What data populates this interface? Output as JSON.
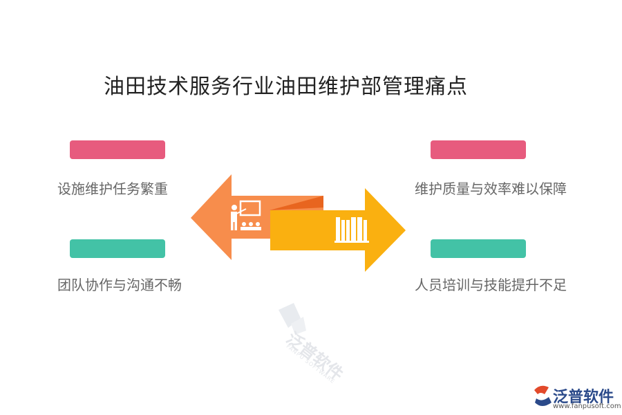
{
  "title": "油田技术服务行业油田维护部管理痛点",
  "items": [
    {
      "label": "设施维护任务繁重",
      "color": "#e75b7e"
    },
    {
      "label": "团队协作与沟通不畅",
      "color": "#43c2a6"
    },
    {
      "label": "维护质量与效率难以保障",
      "color": "#e75b7e"
    },
    {
      "label": "人员培训与技能提升不足",
      "color": "#43c2a6"
    }
  ],
  "arrow_colors": {
    "left": "#f78d4c",
    "left_dark": "#e8651f",
    "right": "#fab010"
  },
  "icons": {
    "left": "presentation-icon",
    "right": "books-icon"
  },
  "watermark": {
    "text": "泛普软件",
    "sub": "FANPU SOFTWARE"
  },
  "logo": {
    "text": "泛普软件",
    "url": "www.fanpusoft.com"
  }
}
